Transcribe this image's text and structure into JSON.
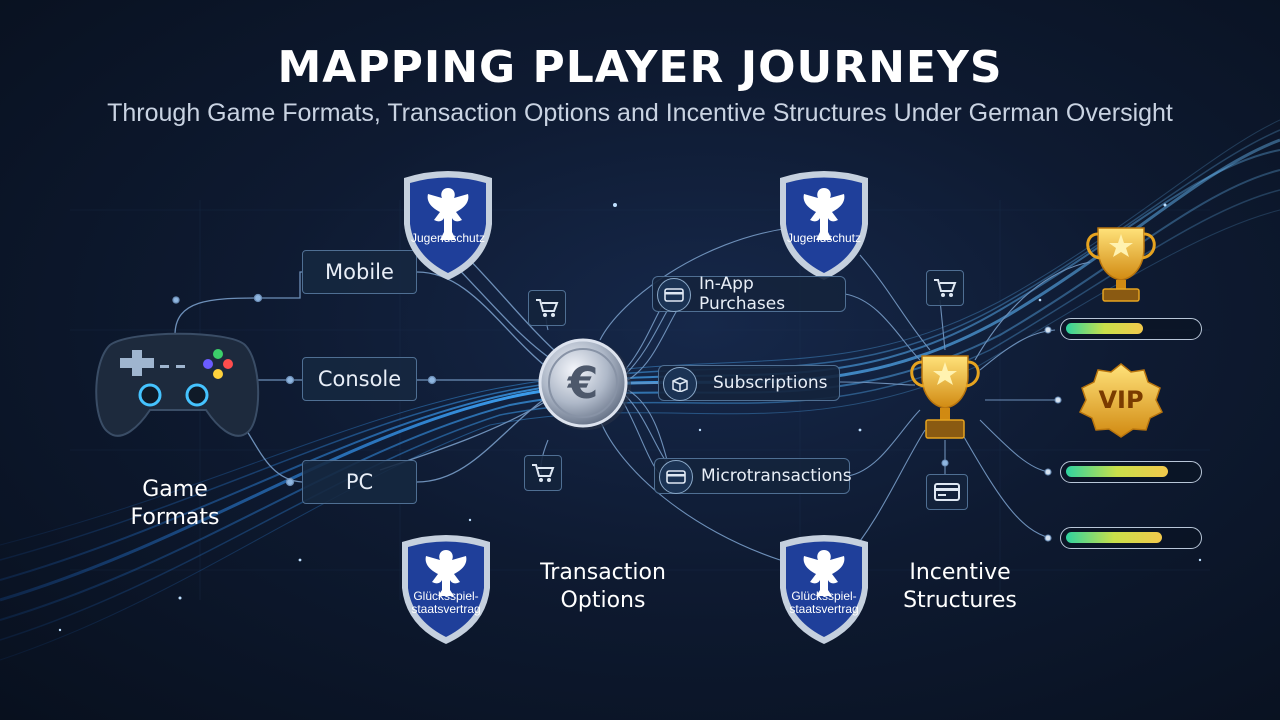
{
  "title": "MAPPING PLAYER JOURNEYS",
  "subtitle": "Through Game Formats, Transaction Options and Incentive Structures Under German Oversight",
  "game_formats": {
    "label_line1": "Game",
    "label_line2": "Formats",
    "nodes": [
      "Mobile",
      "Console",
      "PC"
    ]
  },
  "transaction_options": {
    "label_line1": "Transaction",
    "label_line2": "Options",
    "center_icon": "euro-coin-icon",
    "items": [
      {
        "label": "In-App Purchases",
        "icon": "credit-card-icon"
      },
      {
        "label": "Subscriptions",
        "icon": "box-icon"
      },
      {
        "label": "Microtransactions",
        "icon": "credit-card-icon"
      }
    ]
  },
  "incentive_structures": {
    "label_line1": "Incentive",
    "label_line2": "Structures",
    "vip_badge": "VIP",
    "progress_bars": [
      {
        "fill": 0.6
      },
      {
        "fill": 0.8
      },
      {
        "fill": 0.75
      }
    ]
  },
  "shields": {
    "top_left": "Jugendschutz",
    "top_right": "Jugendschutz",
    "bottom_left_line1": "Glücksspiel-",
    "bottom_left_line2": "staatsvertrag",
    "bottom_right_line1": "Glücksspiel-",
    "bottom_right_line2": "staatsvertrag"
  },
  "colors": {
    "accent_blue": "#3fa9ff",
    "gold": "#f2b632",
    "shield_blue": "#1f3f9a"
  }
}
